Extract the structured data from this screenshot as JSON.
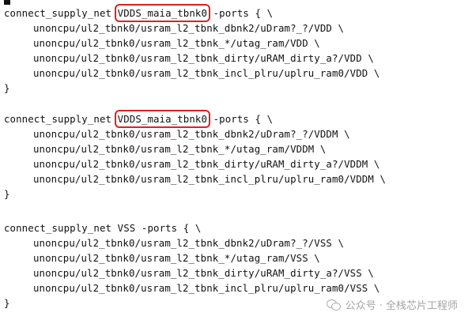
{
  "blocks": [
    {
      "head_prefix": "connect_supply_net ",
      "net": "VDDS_maia_tbnk0",
      "head_suffix": " -ports { \\",
      "ports": [
        "unoncpu/ul2_tbnk0/usram_l2_tbnk_dbnk2/uDram?_?/VDD \\",
        "unoncpu/ul2_tbnk0/usram_l2_tbnk_*/utag_ram/VDD \\",
        "unoncpu/ul2_tbnk0/usram_l2_tbnk_dirty/uRAM_dirty_a?/VDD \\",
        "unoncpu/ul2_tbnk0/usram_l2_tbnk_incl_plru/uplru_ram0/VDD \\"
      ],
      "close": "}"
    },
    {
      "head_prefix": "connect_supply_net ",
      "net": "VDDS_maia_tbnk0",
      "head_suffix": " -ports { \\",
      "ports": [
        "unoncpu/ul2_tbnk0/usram_l2_tbnk_dbnk2/uDram?_?/VDDM \\",
        "unoncpu/ul2_tbnk0/usram_l2_tbnk_*/utag_ram/VDDM \\",
        "unoncpu/ul2_tbnk0/usram_l2_tbnk_dirty/uRAM_dirty_a?/VDDM \\",
        "unoncpu/ul2_tbnk0/usram_l2_tbnk_incl_plru/uplru_ram0/VDDM \\"
      ],
      "close": "}"
    },
    {
      "head_prefix": "connect_supply_net ",
      "net": "VSS",
      "head_suffix": " -ports { \\",
      "ports": [
        "unoncpu/ul2_tbnk0/usram_l2_tbnk_dbnk2/uDram?_?/VSS \\",
        "unoncpu/ul2_tbnk0/usram_l2_tbnk_*/utag_ram/VSS \\",
        "unoncpu/ul2_tbnk0/usram_l2_tbnk_dirty/uRAM_dirty_a?/VSS \\",
        "unoncpu/ul2_tbnk0/usram_l2_tbnk_incl_plru/uplru_ram0/VSS \\"
      ],
      "close": "}"
    }
  ],
  "highlight_color": "#e02020",
  "watermark": {
    "icon": "wechat-icon",
    "text": "公众号 · 全栈芯片工程师"
  }
}
